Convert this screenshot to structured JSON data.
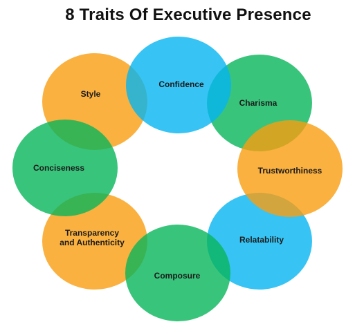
{
  "title": "8 Traits Of Executive Presence",
  "colors": {
    "orange": "#f99d10",
    "blue": "#05b5f1",
    "green": "#07b55a"
  },
  "traits": [
    {
      "label": [
        "Style"
      ],
      "color": "orange"
    },
    {
      "label": [
        "Confidence"
      ],
      "color": "blue"
    },
    {
      "label": [
        "Charisma"
      ],
      "color": "green"
    },
    {
      "label": [
        "Trustworthiness"
      ],
      "color": "orange"
    },
    {
      "label": [
        "Relatability"
      ],
      "color": "blue"
    },
    {
      "label": [
        "Composure"
      ],
      "color": "green"
    },
    {
      "label": [
        "Transparency",
        "and Authenticity"
      ],
      "color": "orange"
    },
    {
      "label": [
        "Conciseness"
      ],
      "color": "green"
    }
  ]
}
